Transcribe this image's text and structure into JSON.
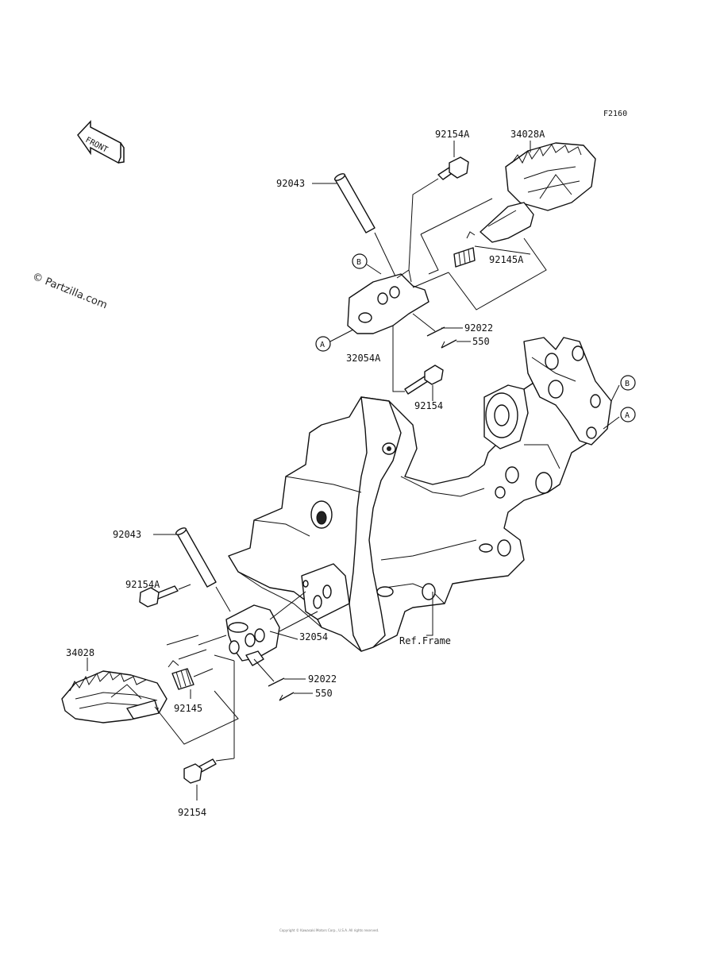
{
  "figure_code": "F2160",
  "watermark": "© Partzilla.com",
  "front_arrow_label": "FRONT",
  "ref_frame_label": "Ref.Frame",
  "callouts": {
    "A": "A",
    "B": "B"
  },
  "upper_parts": {
    "p92154A": "92154A",
    "p34028A": "34028A",
    "p92043": "92043",
    "p92145A": "92145A",
    "p92022": "92022",
    "p550": "550",
    "p32054A": "32054A",
    "p92154": "92154"
  },
  "lower_parts": {
    "p92043": "92043",
    "p92154A": "92154A",
    "p32054": "32054",
    "p34028": "34028",
    "p92022": "92022",
    "p550": "550",
    "p92145": "92145",
    "p92154": "92154"
  },
  "footer_text": "Copyright © Kawasaki Motors Corp., U.S.A. All rights reserved."
}
